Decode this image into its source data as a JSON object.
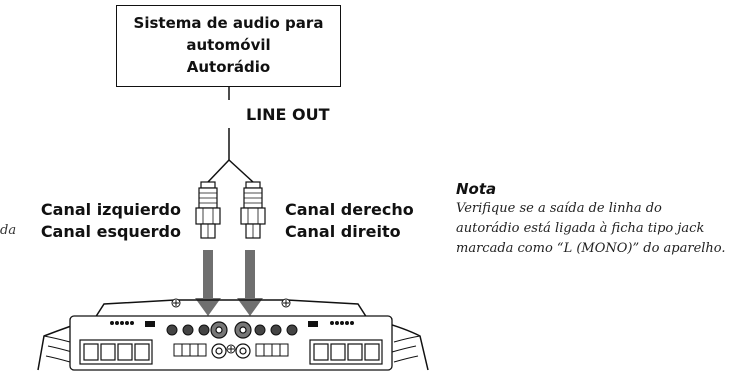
{
  "source_box": {
    "line1": "Sistema de audio para",
    "line2": "automóvil",
    "line3": "Autorádio"
  },
  "line_out": "LINE OUT",
  "left_channel": {
    "line1": "Canal izquierdo",
    "line2": "Canal esquerdo"
  },
  "right_channel": {
    "line1": "Canal derecho",
    "line2": "Canal direito"
  },
  "note": {
    "title": "Nota",
    "body": "Verifique se a saída de linha do autorádio está ligada à ficha tipo jack marcada como “L (MONO)” do aparelho."
  },
  "cutoff_text": "da",
  "colors": {
    "line": "#111111",
    "arrow": "#6f6f6f",
    "amp_fill": "#ffffff"
  }
}
